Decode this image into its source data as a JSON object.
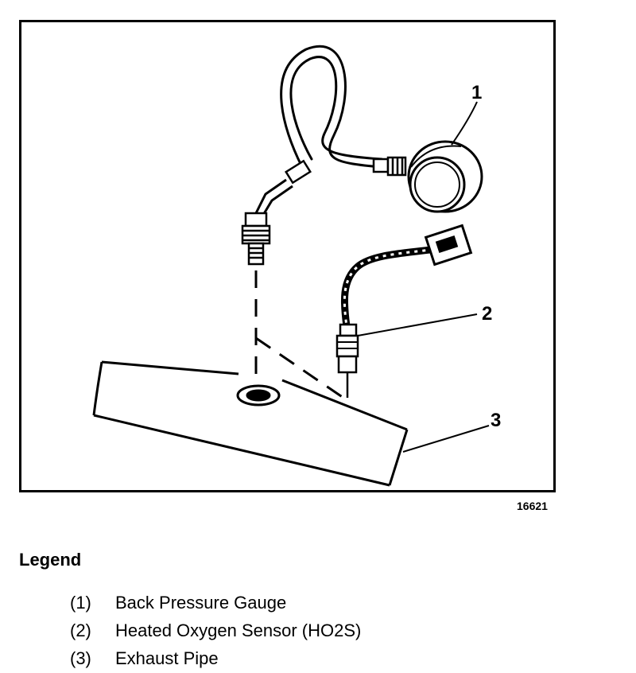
{
  "figure": {
    "callouts": [
      "1",
      "2",
      "3"
    ],
    "figure_number": "16621"
  },
  "legend": {
    "heading": "Legend",
    "items": [
      {
        "num": "(1)",
        "label": "Back Pressure Gauge"
      },
      {
        "num": "(2)",
        "label": "Heated Oxygen Sensor (HO2S)"
      },
      {
        "num": "(3)",
        "label": "Exhaust Pipe"
      }
    ]
  }
}
